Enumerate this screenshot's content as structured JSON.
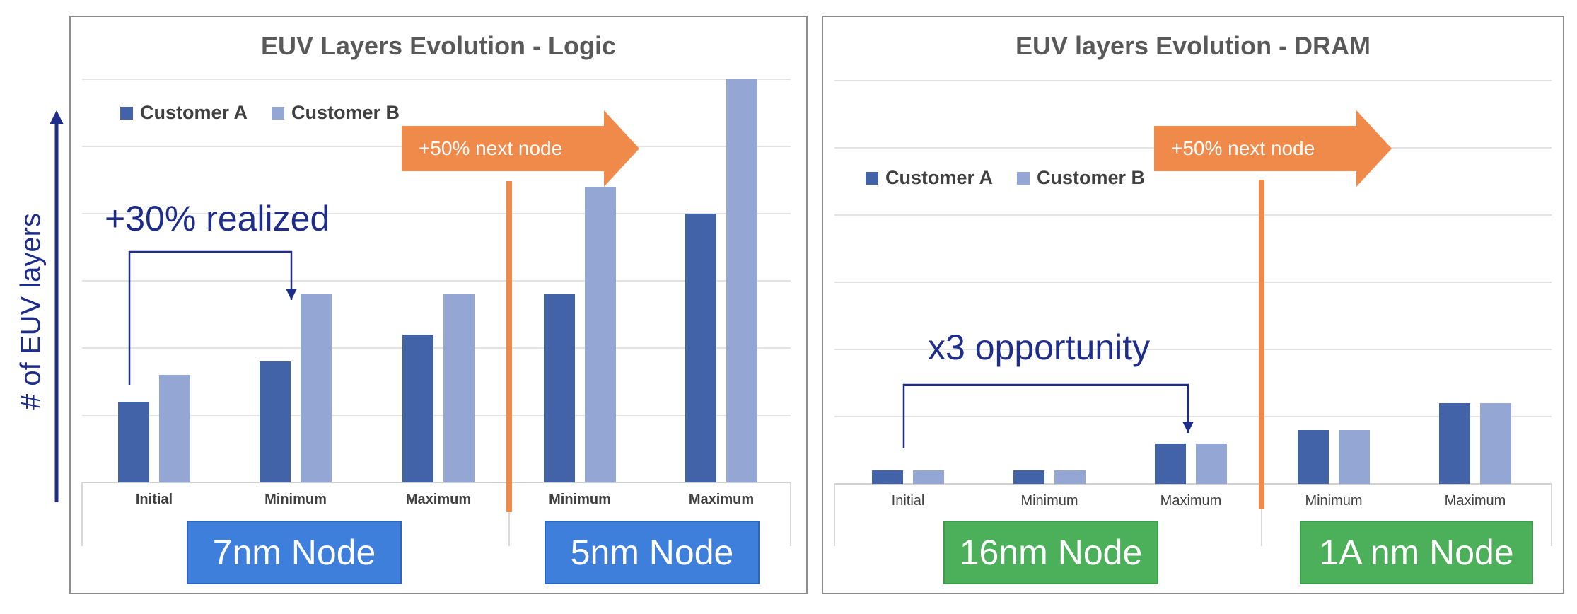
{
  "y_axis_label": "# of EUV layers",
  "colors": {
    "customer_a": "#4363a8",
    "customer_b": "#93a6d4",
    "accent": "#f08a4b",
    "annotation": "#1f2d8a",
    "node_blue": "#3d7fdb",
    "node_green": "#4caf5a"
  },
  "chart_data": [
    {
      "type": "bar",
      "title": "EUV Layers Evolution - Logic",
      "categories": [
        "Initial",
        "Minimum",
        "Maximum",
        "Minimum",
        "Maximum"
      ],
      "groups": [
        {
          "label": "7nm Node",
          "categories": [
            "Initial",
            "Minimum",
            "Maximum"
          ]
        },
        {
          "label": "5nm Node",
          "categories": [
            "Minimum",
            "Maximum"
          ]
        }
      ],
      "series": [
        {
          "name": "Customer A",
          "values": [
            12,
            18,
            22,
            28,
            40
          ]
        },
        {
          "name": "Customer B",
          "values": [
            16,
            28,
            28,
            44,
            60
          ]
        }
      ],
      "ylim": [
        0,
        60
      ],
      "grid": true,
      "legend": "top-left",
      "annotations": {
        "realized": "+30% realized",
        "next_node": "+50% next node"
      }
    },
    {
      "type": "bar",
      "title": "EUV layers Evolution - DRAM",
      "categories": [
        "Initial",
        "Minimum",
        "Maximum",
        "Minimum",
        "Maximum"
      ],
      "groups": [
        {
          "label": "16nm Node",
          "categories": [
            "Initial",
            "Minimum",
            "Maximum"
          ]
        },
        {
          "label": "1A nm Node",
          "categories": [
            "Minimum",
            "Maximum"
          ]
        }
      ],
      "series": [
        {
          "name": "Customer A",
          "values": [
            2,
            2,
            6,
            8,
            12
          ]
        },
        {
          "name": "Customer B",
          "values": [
            2,
            2,
            6,
            8,
            12
          ]
        }
      ],
      "ylim": [
        0,
        60
      ],
      "grid": true,
      "legend": "top-left",
      "annotations": {
        "opportunity": "x3 opportunity",
        "next_node": "+50% next node"
      }
    }
  ]
}
